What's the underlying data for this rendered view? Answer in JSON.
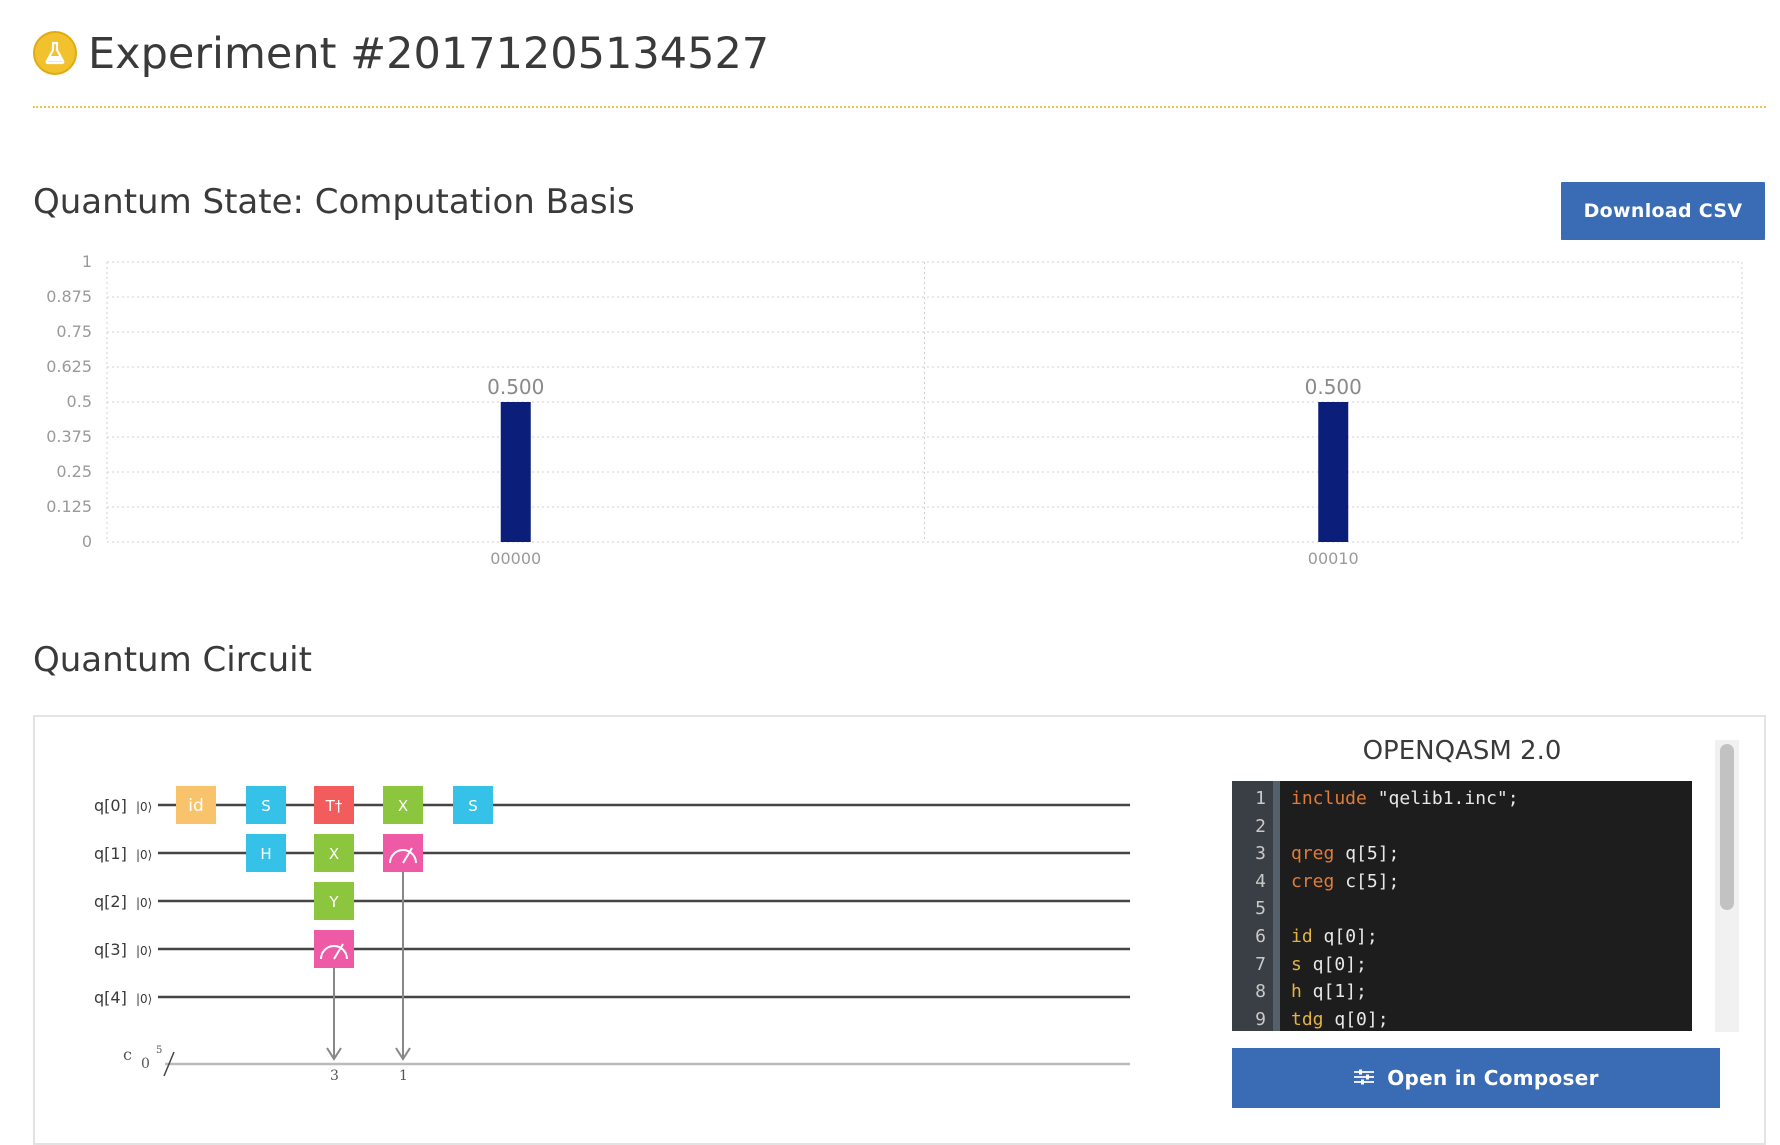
{
  "header": {
    "title": "Experiment #20171205134527",
    "icon": "flask-icon",
    "accent_color": "#f2c12e"
  },
  "state_section": {
    "title": "Quantum State: Computation Basis",
    "download_label": "Download CSV"
  },
  "chart_data": {
    "type": "bar",
    "title": "",
    "xlabel": "",
    "ylabel": "",
    "categories": [
      "00000",
      "00010"
    ],
    "values": [
      0.5,
      0.5
    ],
    "data_labels": [
      "0.500",
      "0.500"
    ],
    "ylim": [
      0,
      1
    ],
    "yticks": [
      "0",
      "0.125",
      "0.25",
      "0.375",
      "0.5",
      "0.625",
      "0.75",
      "0.875",
      "1"
    ],
    "grid": true,
    "bar_color": "#0b1f7a"
  },
  "circuit_section": {
    "title": "Quantum Circuit",
    "qubits": [
      "q[0]",
      "q[1]",
      "q[2]",
      "q[3]",
      "q[4]"
    ],
    "ket": "|0⟩",
    "classical_register": "c",
    "classical_init": "0",
    "classical_width": "5",
    "gates": [
      {
        "label": "id",
        "color": "#f9c36b"
      },
      {
        "label": "S",
        "color": "#35c1e8"
      },
      {
        "label": "H",
        "color": "#35c1e8"
      },
      {
        "label": "T†",
        "color": "#f25c5c"
      },
      {
        "label": "X",
        "color": "#8cc63f"
      },
      {
        "label": "Y",
        "color": "#8cc63f"
      },
      {
        "label": "measure",
        "color": "#ef5aa7"
      },
      {
        "label": "X",
        "color": "#8cc63f"
      },
      {
        "label": "measure",
        "color": "#ef5aa7"
      },
      {
        "label": "S",
        "color": "#35c1e8"
      }
    ],
    "measure_targets": [
      "3",
      "1"
    ]
  },
  "qasm": {
    "title": "OPENQASM 2.0",
    "lines": [
      {
        "n": "1",
        "kw": "include",
        "rest": " \"qelib1.inc\";"
      },
      {
        "n": "2",
        "kw": "",
        "rest": ""
      },
      {
        "n": "3",
        "kw": "qreg",
        "rest": " q[5];"
      },
      {
        "n": "4",
        "kw": "creg",
        "rest": " c[5];"
      },
      {
        "n": "5",
        "kw": "",
        "rest": ""
      },
      {
        "n": "6",
        "kw": "id",
        "rest": " q[0];"
      },
      {
        "n": "7",
        "kw": "s",
        "rest": " q[0];"
      },
      {
        "n": "8",
        "kw": "h",
        "rest": " q[1];"
      },
      {
        "n": "9",
        "kw": "tdg",
        "rest": " q[0];"
      }
    ],
    "composer_label": "Open in Composer"
  }
}
